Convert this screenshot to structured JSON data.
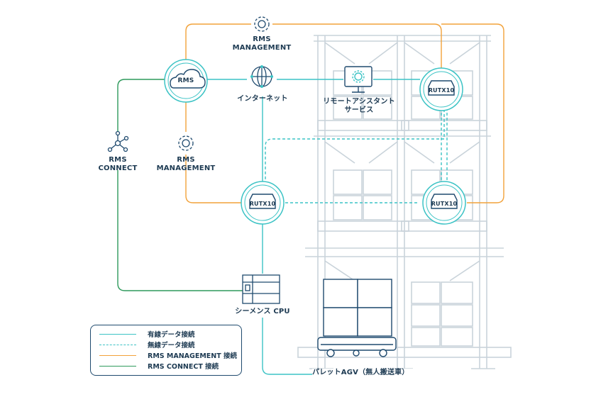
{
  "colors": {
    "wired": "#3cc3c5",
    "wireless": "#3cc3c5",
    "rms_management": "#f2a23a",
    "rms_connect": "#2e9a5c",
    "rack": "#c9d3da",
    "dark": "#1f4a6e"
  },
  "nodes": {
    "rms_cloud": {
      "label": "RMS",
      "icon": "cloud-icon"
    },
    "internet": {
      "label": "インターネット",
      "icon": "globe-icon"
    },
    "remote_assist": {
      "label_line1": "リモートアシスタント",
      "label_line2": "サービス",
      "icon": "monitor-gear-icon"
    },
    "rms_mgmt_top": {
      "label_line1": "RMS",
      "label_line2": "MANAGEMENT",
      "icon": "gear-icon"
    },
    "rms_mgmt_left": {
      "label_line1": "RMS",
      "label_line2": "MANAGEMENT",
      "icon": "gear-icon"
    },
    "rms_connect": {
      "label_line1": "RMS",
      "label_line2": "CONNECT",
      "icon": "network-icon"
    },
    "router_center": {
      "label": "RUTX10",
      "icon": "router-icon"
    },
    "router_top_right": {
      "label": "RUTX10",
      "icon": "router-icon"
    },
    "router_mid_right": {
      "label": "RUTX10",
      "icon": "router-icon"
    },
    "plc": {
      "label": "シーメンス CPU",
      "icon": "plc-icon"
    },
    "agv": {
      "label": "パレットAGV（無人搬送車）",
      "icon": "agv-icon"
    }
  },
  "legend": [
    {
      "label": "有線データ接続",
      "style": "wired"
    },
    {
      "label": "無線データ接続",
      "style": "wireless"
    },
    {
      "label": "RMS MANAGEMENT 接続",
      "style": "rms_management"
    },
    {
      "label": "RMS CONNECT 接続",
      "style": "rms_connect"
    }
  ]
}
